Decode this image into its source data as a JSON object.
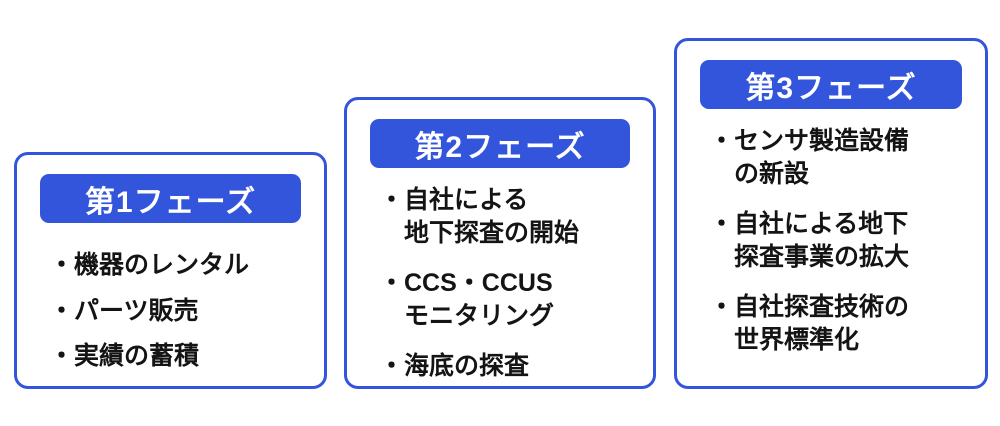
{
  "accent_color": "#3355db",
  "phases": [
    {
      "title": "第1フェーズ",
      "items": [
        "・機器のレンタル",
        "・パーツ販売",
        "・実績の蓄積"
      ]
    },
    {
      "title": "第2フェーズ",
      "items": [
        "・自社による\n地下探査の開始",
        "・CCS・CCUS\nモニタリング",
        "・海底の探査"
      ]
    },
    {
      "title": "第3フェーズ",
      "items": [
        "・センサ製造設備\nの新設",
        "・自社による地下\n探査事業の拡大",
        "・自社探査技術の\n世界標準化"
      ]
    }
  ]
}
